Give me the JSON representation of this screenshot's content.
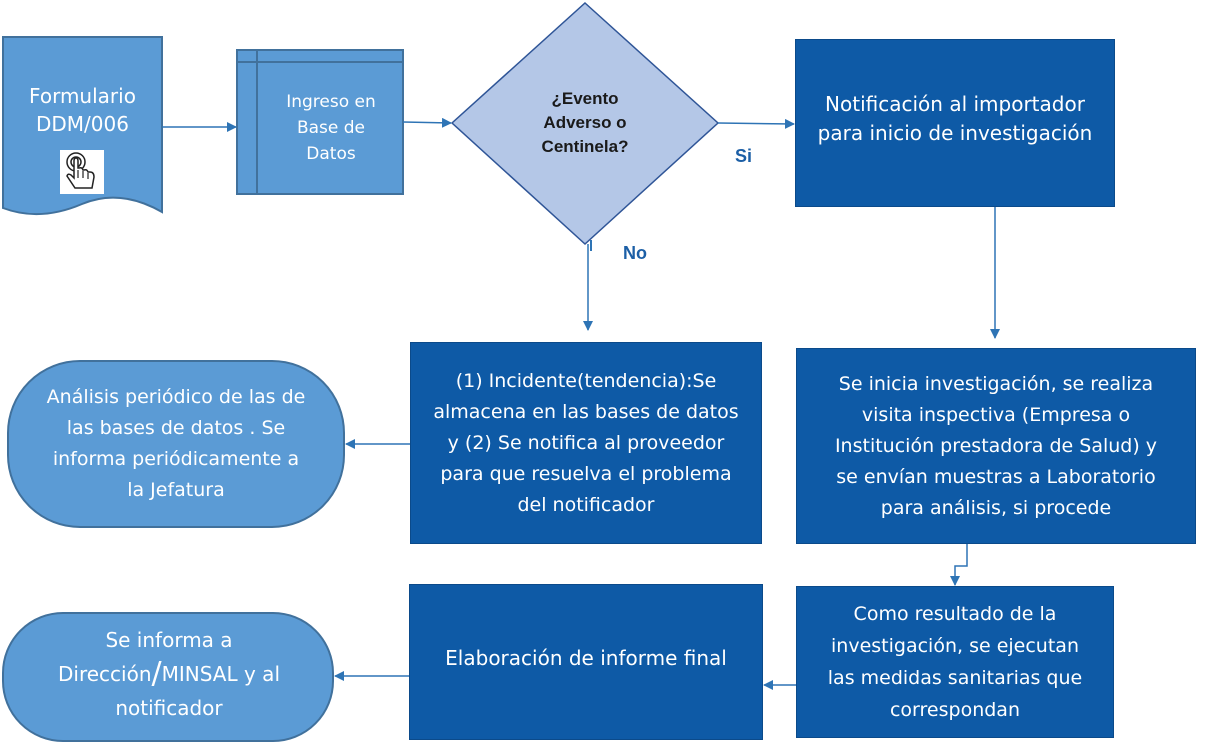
{
  "nodes": {
    "formulario": {
      "line1": "Formulario",
      "line2": "DDM/006"
    },
    "ingreso": {
      "line1": "Ingreso en",
      "line2": "Base de",
      "line3": "Datos"
    },
    "decision": {
      "line1": "¿Evento",
      "line2": "Adverso o",
      "line3": "Centinela?"
    },
    "notificacion": {
      "line1": "Notificación al importador",
      "line2": "para inicio de investigación"
    },
    "incidente": {
      "line1": "(1) Incidente(tendencia):Se",
      "line2": "almacena en las bases de datos",
      "line3": "y (2) Se notifica al proveedor",
      "line4": "para que resuelva el problema",
      "line5": "del notificador"
    },
    "analisis": {
      "line1": "Análisis periódico de las de",
      "line2": "las bases de datos . Se",
      "line3": "informa periódicamente a",
      "line4": "la Jefatura"
    },
    "investigacion": {
      "line1": "Se  inicia investigación, se realiza",
      "line2": "visita inspectiva (Empresa o",
      "line3": "Institución prestadora de Salud) y",
      "line4": "se envían muestras a Laboratorio",
      "line5": "para análisis, si procede"
    },
    "resultado": {
      "line1": "Como resultado de la",
      "line2": "investigación, se ejecutan",
      "line3": "las medidas sanitarias que",
      "line4": "correspondan"
    },
    "informe_final": {
      "line1": "Elaboración de informe final"
    },
    "se_informa": {
      "line1": "Se informa  a",
      "line2a": "Dirección",
      "line2sep": "/",
      "line2b": "MINSAL y al",
      "line3": "notificador"
    }
  },
  "edge_labels": {
    "si": "Si",
    "no": "No"
  },
  "icons": {
    "formulario": "touch-hand-icon"
  },
  "colors": {
    "dark_fill": "#0e5aa6",
    "light_fill": "#5b9bd5",
    "decision_fill": "#b4c7e7",
    "arrow": "#2e74b5",
    "label": "#1c5fa6"
  }
}
